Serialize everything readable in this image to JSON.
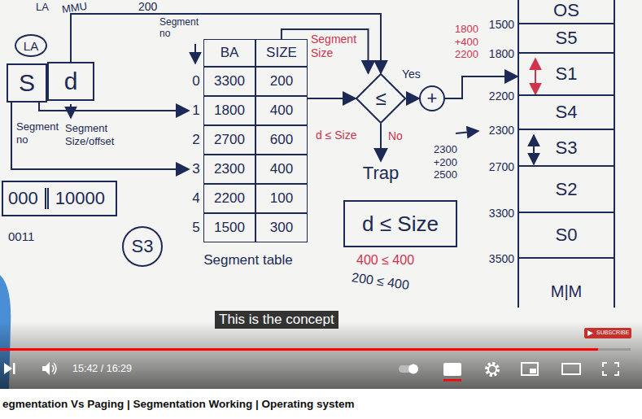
{
  "diagram": {
    "nodes": [
      {
        "text": [
          "LA"
        ]
      },
      {
        "text": [
          "S"
        ]
      },
      {
        "text": [
          "d"
        ]
      },
      {
        "text": [
          "000",
          "10000"
        ]
      },
      {
        "text": [
          "S3"
        ]
      },
      {
        "text": [
          "Segment table"
        ]
      },
      {
        "text": [
          "BA",
          "SIZE"
        ],
        "in": 5
      },
      {
        "text": [
          "0",
          "3300",
          "200"
        ],
        "in": 5
      },
      {
        "text": [
          "1",
          "1800",
          "400"
        ],
        "in": 5
      },
      {
        "text": [
          "2",
          "2700",
          "600"
        ],
        "in": 5
      },
      {
        "text": [
          "3",
          "2300",
          "400"
        ],
        "in": 5
      },
      {
        "text": [
          "4",
          "2200",
          "100"
        ],
        "in": 5
      },
      {
        "text": [
          "5",
          "1500",
          "300"
        ],
        "in": 5
      },
      {
        "text": [
          "≤"
        ]
      },
      {
        "text": [
          "+"
        ]
      },
      {
        "text": [
          "Trap"
        ]
      },
      {
        "text": [
          "d ≤ Size"
        ]
      },
      {
        "text": [
          "M|M"
        ]
      },
      {
        "text": [
          "OS"
        ],
        "in": 17
      },
      {
        "text": [
          "S5"
        ],
        "in": 17
      },
      {
        "text": [
          "S1"
        ],
        "in": 17
      },
      {
        "text": [
          "S4"
        ],
        "in": 17
      },
      {
        "text": [
          "S3"
        ],
        "in": 17
      },
      {
        "text": [
          "S2"
        ],
        "in": 17
      },
      {
        "text": [
          "S0"
        ],
        "in": 17
      }
    ],
    "edges": [
      {
        "from": 1,
        "to": 8,
        "arrow": "to"
      },
      {
        "from": 1,
        "to": 10,
        "arrow": "to"
      },
      {
        "from": 2,
        "to": 13,
        "label": "200",
        "arrow": "to"
      },
      {
        "from": 6,
        "to": 13,
        "arrow": "to"
      },
      {
        "from": 5,
        "to": 13,
        "arrow": "to"
      },
      {
        "from": 13,
        "to": 14,
        "label": "Yes",
        "arrow": "to"
      },
      {
        "from": 13,
        "to": 15,
        "label": "No",
        "arrow": "to"
      },
      {
        "from": 14,
        "to": 17,
        "arrow": "to"
      }
    ],
    "labels": [
      "LA",
      "MMU",
      "Segment no",
      "Segment Size/offset",
      "0011",
      "Segment no",
      "Segment Size",
      "1800 +400 2200",
      "d ≤ Size",
      "2300 +200 2500",
      "400 ≤ 400",
      "200 ≤ 400",
      "1500",
      "1800",
      "2200",
      "2300",
      "2700",
      "3300",
      "3500",
      "This is the concept",
      "15:42 / 16:29",
      "SUBSCRIBE",
      "egmentation Vs Paging | Segmentation Working | Operating system"
    ]
  }
}
